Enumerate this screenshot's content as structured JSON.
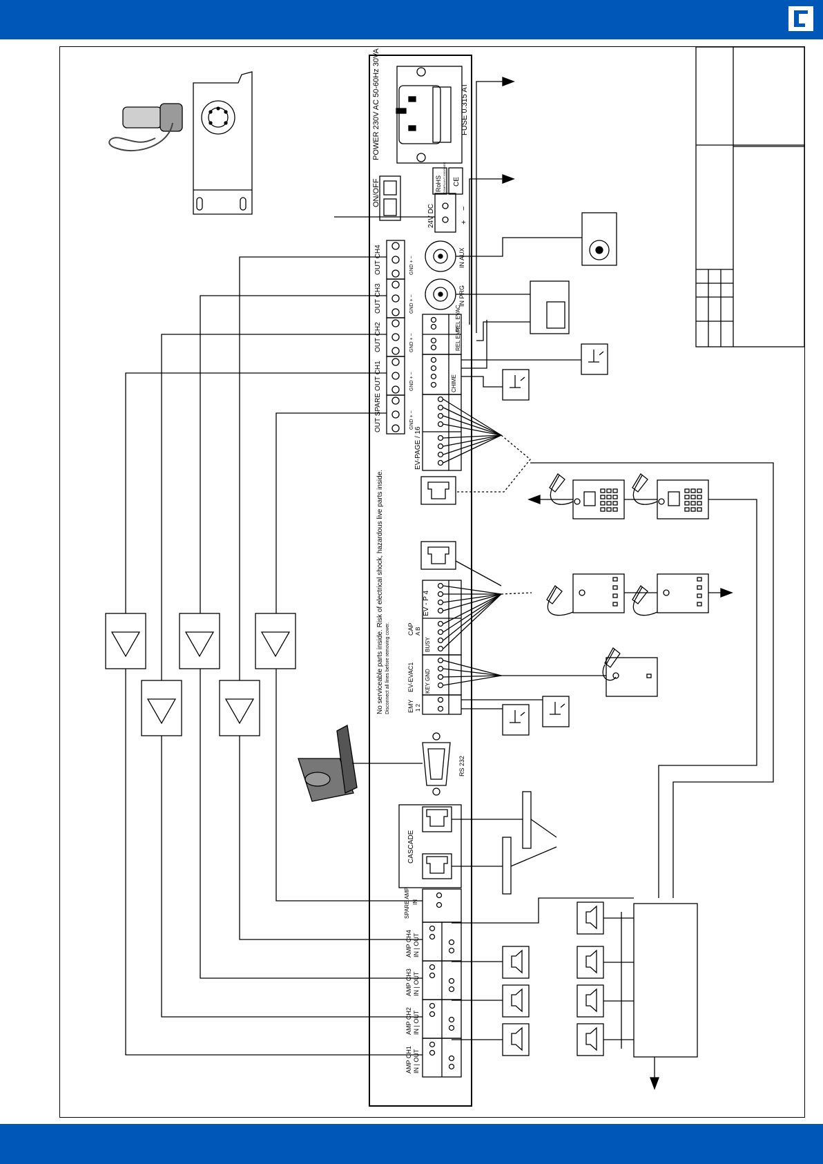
{
  "header": {
    "brand_color": "#0057b8",
    "logo_icon": "kramer-bracket-icon"
  },
  "unit": {
    "power_label": "POWER 230V AC 50-60Hz 30VA",
    "fuse_label": "FUSE 0.315 AT",
    "rohs_label": "RoHS",
    "rohs_sub": "COMPLIANT 2002/95/EC",
    "ce_label": "CE",
    "onoff_label": "ON/OFF",
    "dc_label": "24V DC",
    "dc_plus": "+",
    "dc_minus": "−",
    "warning_line1": "No serviceable parts inside. Risk of electrical shock, hazardous live parts inside.",
    "warning_line2": "Disconnect all lines before removing cover.",
    "rs232_label": "RS 232",
    "cascade_label": "CASCADE",
    "evpage_label": "EV-PAGE / 16",
    "evp4_label": "EV - P 4",
    "evevac_label": "EV-EVAC1",
    "emy_label": "EMY",
    "emy_pins": "1 2",
    "busy_label": "BUSY",
    "cap_label": "CAP",
    "cap_ab": "A B",
    "gnd_label": "GND",
    "key_label": "KEY",
    "aux_in": "IN AUX",
    "prg_in": "IN PRG",
    "rel_evac": "REL EVAC",
    "rel_emy": "REL EMY",
    "chime_label": "CHIME",
    "outputs": [
      {
        "label": "OUT SPARE",
        "pins": "GND + −"
      },
      {
        "label": "OUT CH1",
        "pins": "GND + −"
      },
      {
        "label": "OUT CH2",
        "pins": "GND + −"
      },
      {
        "label": "OUT CH3",
        "pins": "GND + −"
      },
      {
        "label": "OUT CH4",
        "pins": "GND + −"
      }
    ],
    "amps": [
      {
        "label": "AMP CH1",
        "io": "IN | OUT"
      },
      {
        "label": "AMP CH2",
        "io": "IN | OUT"
      },
      {
        "label": "AMP CH3",
        "io": "IN | OUT"
      },
      {
        "label": "AMP CH4",
        "io": "IN | OUT"
      },
      {
        "label": "SPARE AMP",
        "io": "IN"
      }
    ]
  }
}
